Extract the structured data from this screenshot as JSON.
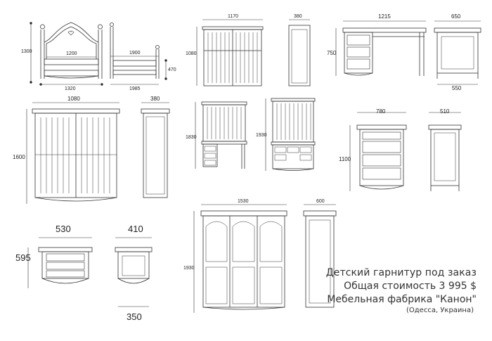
{
  "dimensions": {
    "bed_height": "1300",
    "bed_inner_width": "1200",
    "bed_width": "1320",
    "bed_side_length": "1900",
    "bed_length": "1985",
    "bed_rail_height": "470",
    "hutch_width": "1170",
    "hutch_height": "1080",
    "hutch_depth": "380",
    "desk_width": "1215",
    "desk_depth": "650",
    "desk_height": "750",
    "desk_side_depth": "550",
    "bookcase_width": "1080",
    "bookcase_depth": "380",
    "bookcase_height": "1600",
    "desk_set_height_1": "1830",
    "desk_set_height_2": "1930",
    "chest_width": "780",
    "chest_depth": "510",
    "chest_height": "1100",
    "nightstand_width": "530",
    "nightstand_depth": "410",
    "nightstand_height": "595",
    "nightstand_side_depth": "350",
    "wardrobe_width": "1530",
    "wardrobe_depth": "600",
    "wardrobe_height": "1930"
  },
  "caption": {
    "line1": "Детский гарнитур под заказ",
    "line2": "Общая стоимость 3 995 $",
    "line3": "Мебельная фабрика \"Канон\"",
    "line4": "(Одесса, Украина)"
  }
}
